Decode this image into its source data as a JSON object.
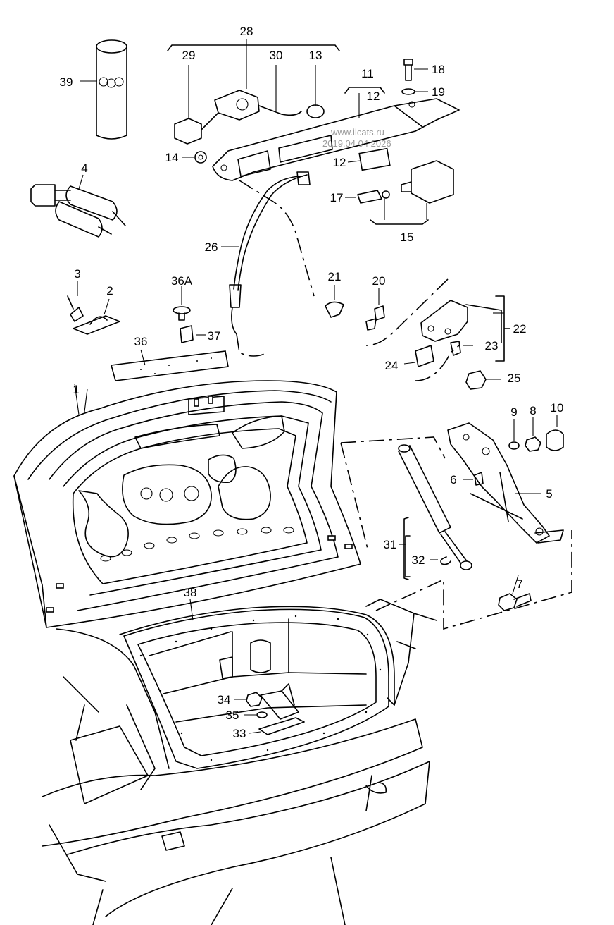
{
  "diagram": {
    "watermark": {
      "site": "www.ilcats.ru",
      "date": "2019.04.04 2026"
    },
    "callouts": {
      "p1": "1",
      "p2": "2",
      "p3": "3",
      "p4": "4",
      "p5": "5",
      "p6": "6",
      "p7": "7",
      "p8": "8",
      "p9": "9",
      "p10": "10",
      "p11": "11",
      "p12a": "12",
      "p12b": "12",
      "p13": "13",
      "p14": "14",
      "p15": "15",
      "p17": "17",
      "p18": "18",
      "p19": "19",
      "p20": "20",
      "p21": "21",
      "p22": "22",
      "p23": "23",
      "p24": "24",
      "p25": "25",
      "p26": "26",
      "p28": "28",
      "p29": "29",
      "p30": "30",
      "p31": "31",
      "p32": "32",
      "p33": "33",
      "p34": "34",
      "p35": "35",
      "p36": "36",
      "p36a": "36A",
      "p37": "37",
      "p38": "38",
      "p39": "39"
    }
  }
}
